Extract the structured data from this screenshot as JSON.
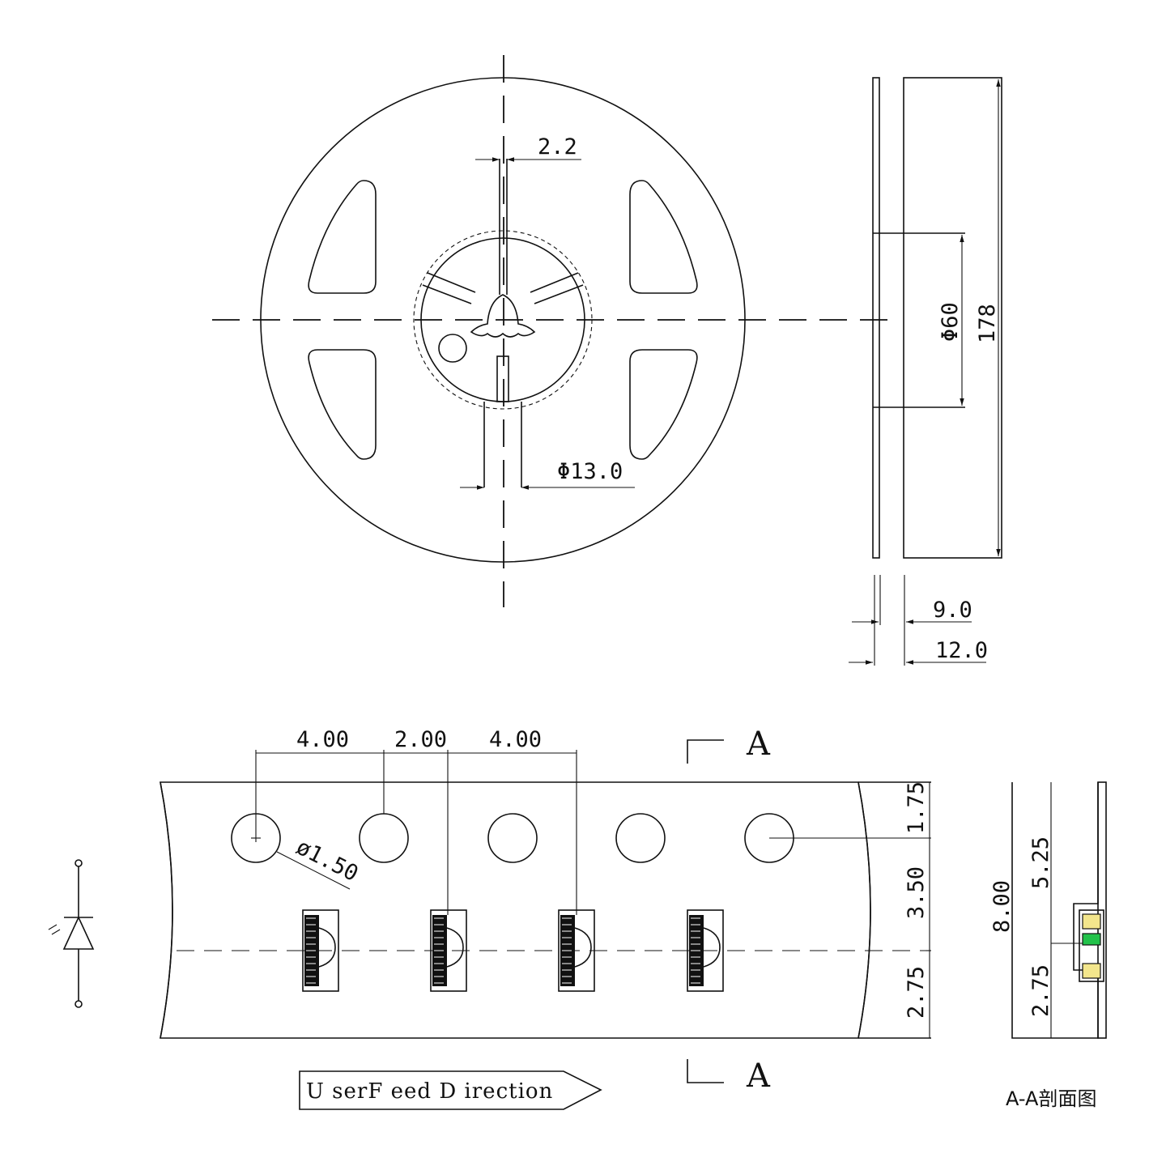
{
  "reel": {
    "dim_slot": "2.2",
    "dim_hub_bore": "Φ13.0"
  },
  "side": {
    "dim_hub": "Φ60",
    "dim_diameter": "178",
    "dim_inner_width": "9.0",
    "dim_outer_width": "12.0"
  },
  "tape": {
    "pitch_1": "4.00",
    "pitch_2": "2.00",
    "pitch_3": "4.00",
    "hole_diameter": "ø1.50",
    "edge_1": "1.75",
    "edge_2": "3.50",
    "edge_3": "2.75",
    "section_top": "A",
    "section_bottom": "A",
    "feed_direction": "U serF eed D irection"
  },
  "section": {
    "width_total": "8.00",
    "upper": "5.25",
    "lower": "2.75",
    "caption": "A-A剖面图"
  },
  "colors": {
    "led_yellow": "#f3e68c",
    "led_green": "#22c24a"
  }
}
